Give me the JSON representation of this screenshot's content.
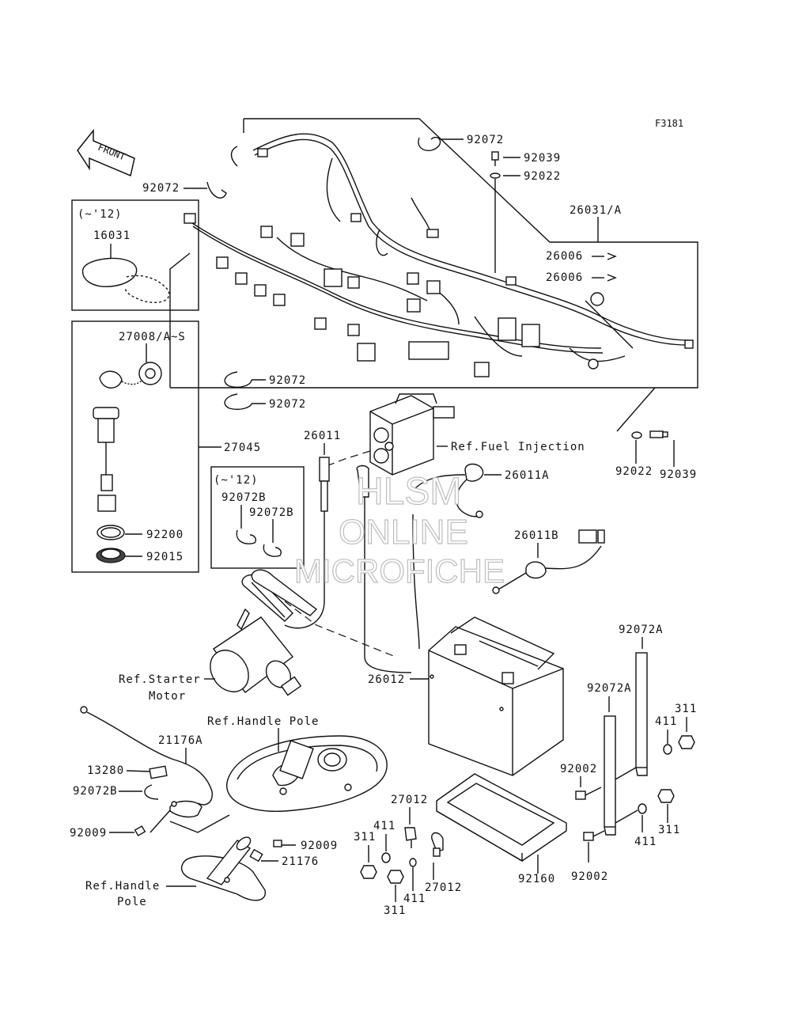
{
  "figure_code": "F3181",
  "front_arrow": {
    "text": "FRONT",
    "icon": "front-arrow-icon"
  },
  "watermark": {
    "line1": "HLSM",
    "line2": "ONLINE",
    "line3": "MICROFICHE"
  },
  "version_notes": {
    "top": "(~'12)",
    "mid": "(~'12)"
  },
  "parts": {
    "p92072_a": "92072",
    "p92072_b": "92072",
    "p92039_a": "92039",
    "p92022_a": "92022",
    "p26031": "26031/A",
    "p26006_a": "26006",
    "p26006_b": "26006",
    "p16031": "16031",
    "p27008": "27008/A~S",
    "p92072_c": "92072",
    "p92072_d": "92072",
    "p27045": "27045",
    "p26011": "26011",
    "p92022_b": "92022",
    "p92039_b": "92039",
    "p26011A": "26011A",
    "p92072B_a": "92072B",
    "p92072B_b": "92072B",
    "p92200": "92200",
    "p92015": "92015",
    "p26011B": "26011B",
    "p92072A_a": "92072A",
    "p92072A_b": "92072A",
    "p26012": "26012",
    "p311_a": "311",
    "p411_a": "411",
    "p21176A": "21176A",
    "p13280": "13280",
    "p92002_a": "92002",
    "p92072B_c": "92072B",
    "p92009_a": "92009",
    "p27012_a": "27012",
    "p411_b": "411",
    "p311_b": "311",
    "p311_c": "311",
    "p411_c": "411",
    "p92009_b": "92009",
    "p21176": "21176",
    "p27012_b": "27012",
    "p411_d": "411",
    "p311_d": "311",
    "p92160": "92160",
    "p92002_b": "92002"
  },
  "references": {
    "fuel_injection": "Ref.Fuel Injection",
    "starter_motor_1": "Ref.Starter",
    "starter_motor_2": "Motor",
    "handle_pole_top": "Ref.Handle Pole",
    "handle_pole_1": "Ref.Handle",
    "handle_pole_2": "Pole"
  }
}
